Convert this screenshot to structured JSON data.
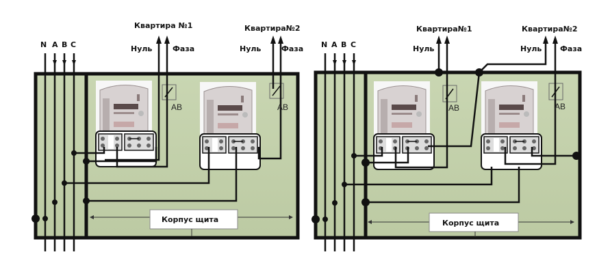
{
  "diagrams": [
    {
      "name": "left",
      "bus_labels": [
        "N",
        "A",
        "B",
        "C"
      ],
      "apartment_1": {
        "title": "Квартира №1",
        "neutral": "Нуль",
        "phase": "Фаза"
      },
      "apartment_2": {
        "title": "Квартира№2",
        "neutral": "Нуль",
        "phase": "Фаза"
      },
      "breaker_label": "АВ",
      "enclosure_label": "Корпус щита"
    },
    {
      "name": "right",
      "bus_labels": [
        "N",
        "A",
        "B",
        "C"
      ],
      "apartment_1": {
        "title": "Квартира№1",
        "neutral": "Нуль",
        "phase": ""
      },
      "apartment_2": {
        "title": "Квартира№2",
        "neutral": "Нуль",
        "phase": "Фаза"
      },
      "breaker_label": "АВ",
      "enclosure_label": "Корпус щита"
    }
  ],
  "colors": {
    "panel_fill": "#c5d3ae",
    "wire": "#111111",
    "meter_bg": "#ffffff",
    "meter_body": "#d9d4d4"
  }
}
